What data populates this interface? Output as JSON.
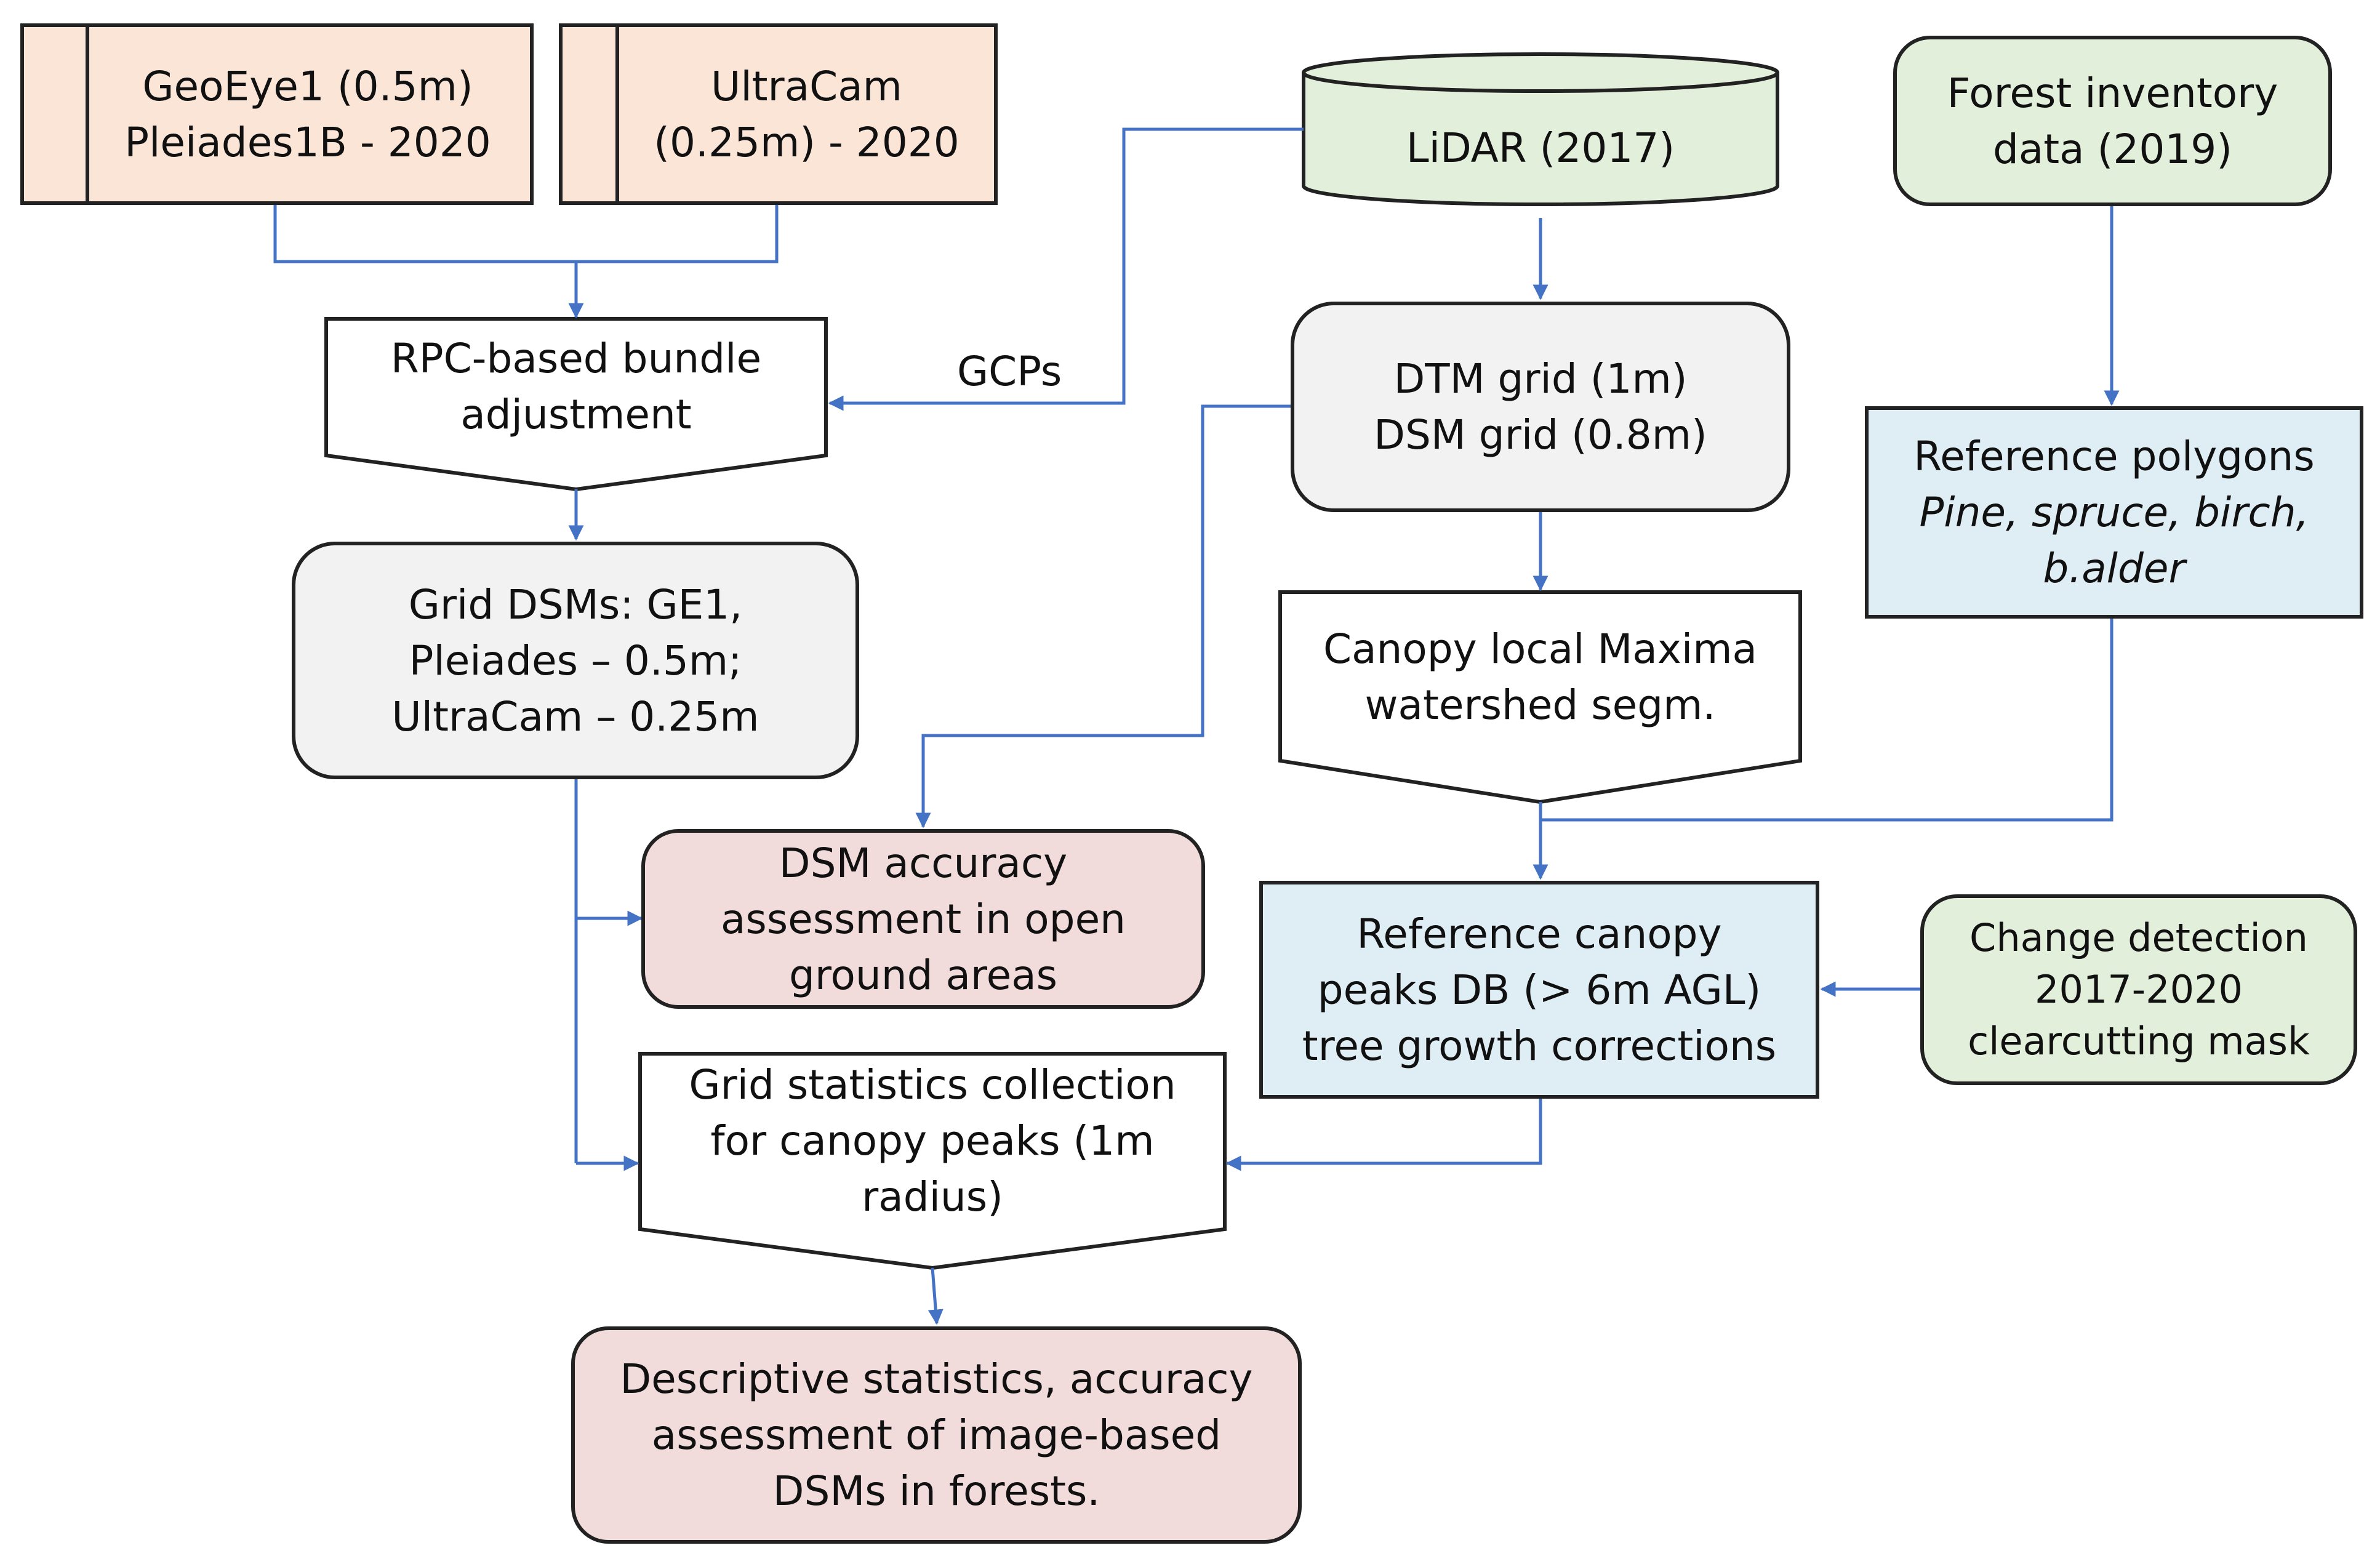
{
  "nodes": {
    "geoeye": [
      "GeoEye1 (0.5m)",
      "Pleiades1B - 2020"
    ],
    "ultracam": [
      "UltraCam",
      "(0.25m) - 2020"
    ],
    "lidar": [
      "LiDAR (2017)"
    ],
    "forest_inventory": [
      "Forest inventory",
      "data (2019)"
    ],
    "rpc": [
      "RPC-based bundle",
      "adjustment"
    ],
    "dtm": [
      "DTM grid (1m)",
      "DSM grid (0.8m)"
    ],
    "reference_polygons": [
      "Reference polygons",
      "Pine, spruce, birch,",
      "b.alder"
    ],
    "grid_dsms": [
      "Grid DSMs: GE1,",
      "Pleiades – 0.5m;",
      "UltraCam – 0.25m"
    ],
    "canopy_maxima": [
      "Canopy local Maxima",
      "watershed segm."
    ],
    "dsm_accuracy": [
      "DSM accuracy",
      "assessment in open",
      "ground areas"
    ],
    "reference_peaks": [
      "Reference canopy",
      "peaks DB (> 6m AGL)",
      "tree growth corrections"
    ],
    "change_detection": [
      "Change detection",
      "2017-2020",
      "clearcutting mask"
    ],
    "grid_statistics": [
      "Grid statistics collection",
      "for canopy peaks (1m",
      "radius)"
    ],
    "descriptive": [
      "Descriptive statistics, accuracy",
      "assessment of image-based",
      "DSMs in forests."
    ]
  },
  "labels": {
    "gcps": "GCPs"
  },
  "colors": {
    "arrow": "#4472c4",
    "peach": "#fbe5d6",
    "grey": "#f2f2f2",
    "green": "#e2efda",
    "blue": "#deeef4",
    "pink": "#f2dcdb",
    "border": "#222222"
  }
}
